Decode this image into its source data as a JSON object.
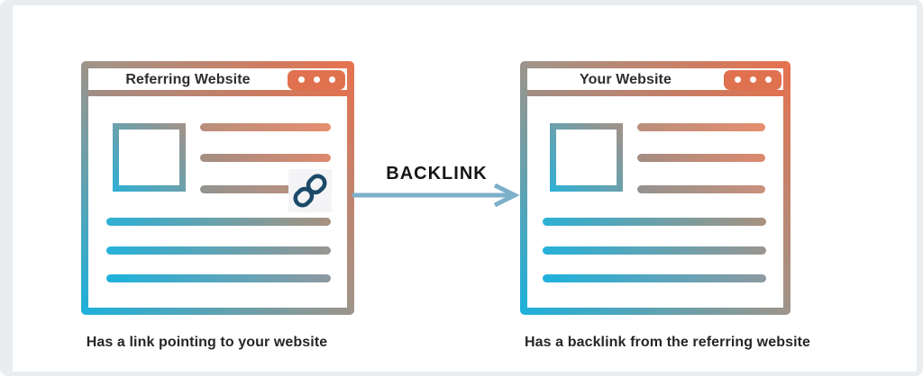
{
  "windows": {
    "left": {
      "title": "Referring Website",
      "caption": "Has a link pointing to your website",
      "controls_icon": "window-dots-icon",
      "chain_icon": "chain-link-icon"
    },
    "right": {
      "title": "Your Website",
      "caption": "Has a backlink from the referring  website",
      "controls_icon": "window-dots-icon"
    }
  },
  "arrow": {
    "label": "BACKLINK",
    "direction": "left-to-right"
  },
  "colors": {
    "gradient_cyan": "#1cb1dc",
    "gradient_neutral": "#a29387",
    "gradient_coral": "#e7714e",
    "controls_badge": "#e0714f",
    "arrow_blue": "#7cafc9",
    "chain_icon_navy": "#1c4a68",
    "text_dark": "#262626",
    "page_frame_gray": "#e9edf0",
    "chain_icon_background": "#f4f4f6"
  }
}
